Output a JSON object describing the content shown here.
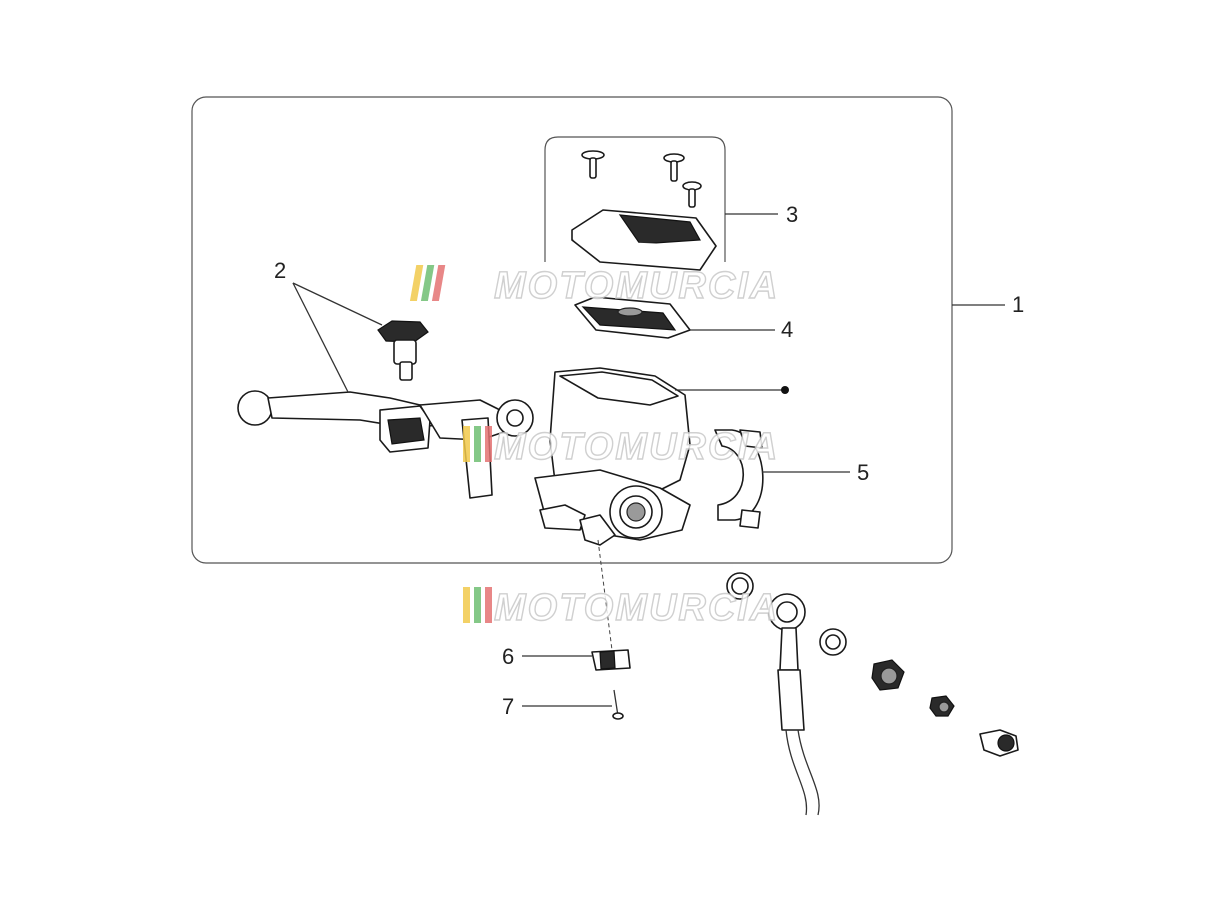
{
  "callouts": {
    "c1": "1",
    "c2": "2",
    "c3": "3",
    "c4": "4",
    "c5": "5",
    "c6": "6",
    "c7": "7"
  },
  "watermark": {
    "text": "MOTOMURCIA",
    "stripe_colors": [
      "#f2c94c",
      "#6fbf73",
      "#e57373"
    ]
  },
  "colors": {
    "line": "#1a1a1a",
    "frame": "#555555"
  }
}
